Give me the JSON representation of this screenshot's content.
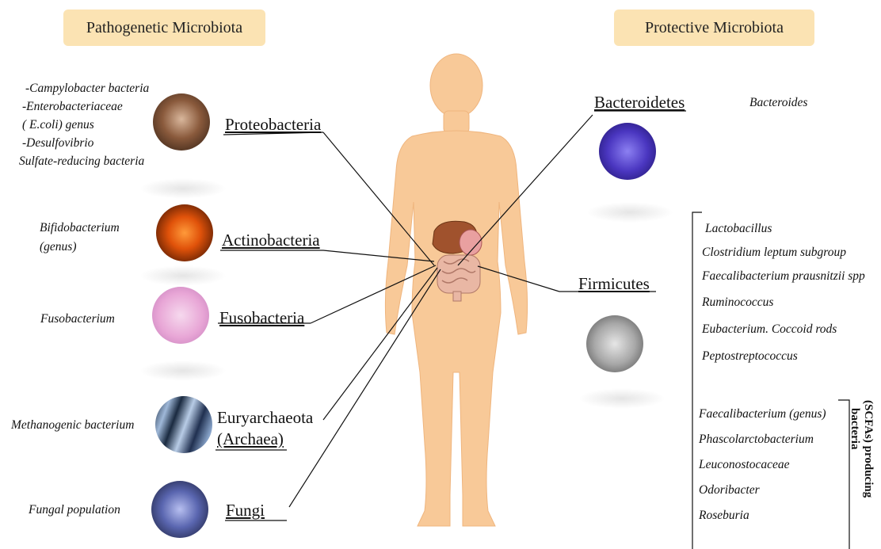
{
  "headers": {
    "pathogenic": "Pathogenetic Microbiota",
    "protective": "Protective Microbiota"
  },
  "left": {
    "proteobacteria": {
      "name": "Proteobacteria",
      "examples": [
        "-Campylobacter bacteria",
        "-Enterobacteriaceae",
        "( E.coli) genus",
        "-Desulfovibrio",
        "Sulfate-reducing bacteria"
      ]
    },
    "actinobacteria": {
      "name": "Actinobacteria",
      "examples": [
        "Bifidobacterium",
        "(genus)"
      ]
    },
    "fusobacteria": {
      "name": "Fusobacteria",
      "examples": [
        "Fusobacterium"
      ]
    },
    "euryarchaeota": {
      "name_line1": "Euryarchaeota",
      "name_line2": "(Archaea)",
      "examples": [
        "Methanogenic bacterium"
      ]
    },
    "fungi": {
      "name": "Fungi",
      "examples": [
        "Fungal population"
      ]
    }
  },
  "right": {
    "bacteroidetes": {
      "name": "Bacteroidetes",
      "examples": [
        "Bacteroides"
      ]
    },
    "firmicutes": {
      "name": "Firmicutes",
      "examples": [
        "Lactobacillus",
        "Clostridium leptum subgroup",
        "Faecalibacterium prausnitzii spp",
        "Ruminococcus",
        "Eubacterium.  Coccoid rods",
        "Peptostreptococcus"
      ],
      "scfa_examples": [
        "Faecalibacterium (genus)",
        "Phascolarctobacterium",
        "Leuconostocaceae",
        "Odoribacter",
        "Roseburia"
      ],
      "scfa_label_line1": "(SCFAs) producing",
      "scfa_label_line2": "bacteria"
    }
  },
  "colors": {
    "banner": "#fbe3b3",
    "body": "#f8c998",
    "liver": "#a0522d",
    "intestine": "#e9b7a4"
  }
}
